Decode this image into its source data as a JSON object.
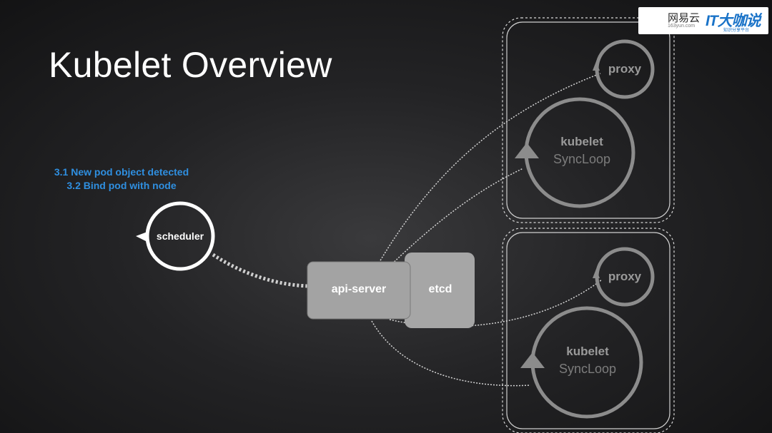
{
  "title": "Kubelet Overview",
  "annotations": [
    "3.1 New pod object detected",
    "3.2 Bind pod with node"
  ],
  "nodes": {
    "scheduler": "scheduler",
    "api_server": "api-server",
    "etcd": "etcd",
    "node1": {
      "proxy": "proxy",
      "kubelet": "kubelet",
      "syncloop": "SyncLoop"
    },
    "node2": {
      "proxy": "proxy",
      "kubelet": "kubelet",
      "syncloop": "SyncLoop"
    }
  },
  "logo": {
    "netease": "网易云",
    "netease_url": "163yun.com",
    "it_brand": "IT大咖说",
    "it_sub": "知识分享平台"
  },
  "colors": {
    "annotation": "#2f8fe0",
    "box_fill": "#a3a3a3",
    "ring_active": "#ffffff",
    "ring_inactive": "#8c8c8c"
  }
}
